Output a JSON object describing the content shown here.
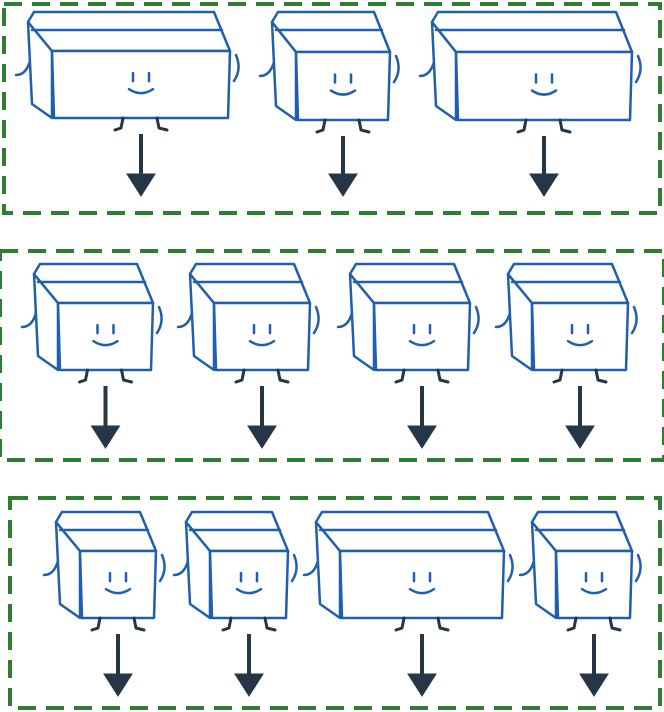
{
  "colors": {
    "box_stroke": "#1f5fae",
    "box_fill": "#ffffff",
    "group_border": "#2e7d32",
    "arrow": "#253746"
  },
  "rows": [
    {
      "name": "row-1",
      "boxes": [
        "wide",
        "narrow",
        "wide"
      ]
    },
    {
      "name": "row-2",
      "boxes": [
        "narrow",
        "narrow",
        "narrow",
        "narrow"
      ]
    },
    {
      "name": "row-3",
      "boxes": [
        "narrow",
        "narrow",
        "wide",
        "narrow"
      ]
    }
  ]
}
